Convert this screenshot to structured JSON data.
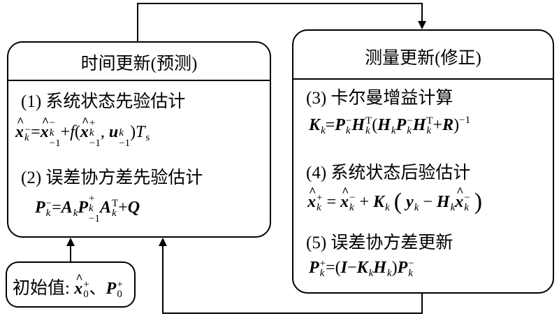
{
  "left_box": {
    "title": "时间更新(预测)",
    "step1": "(1) 系统状态先验估计",
    "step2": "(2) 误差协方差先验估计"
  },
  "right_box": {
    "title": "测量更新(修正)",
    "step3": "(3) 卡尔曼增益计算",
    "step4": "(4) 系统状态后验估计",
    "step5": "(5) 误差协方差更新"
  },
  "init_box": {
    "label": "初始值:"
  }
}
